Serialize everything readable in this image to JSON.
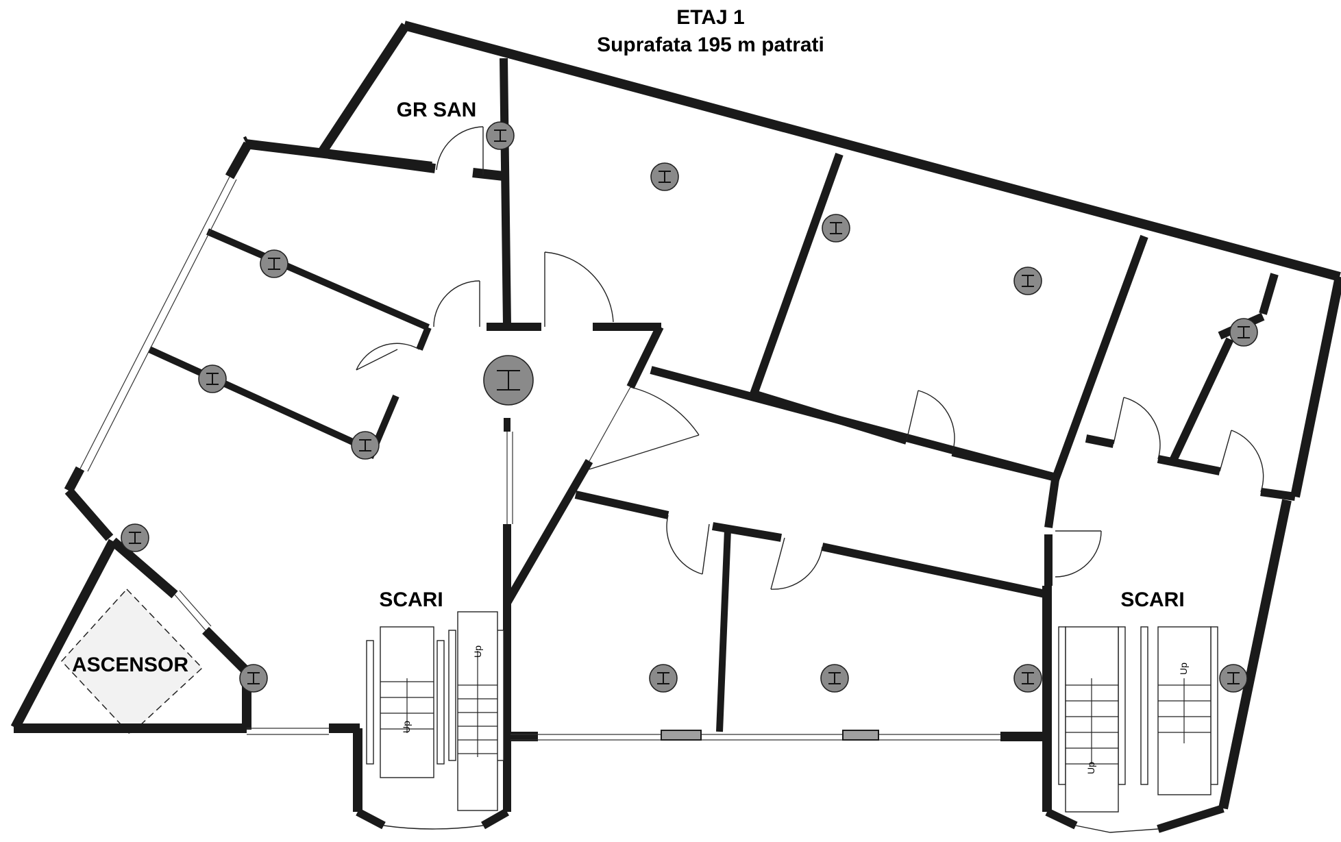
{
  "title": "ETAJ 1",
  "subtitle": "Suprafata 195 m patrati",
  "rooms": {
    "gr_san": "GR SAN",
    "scari_left": "SCARI",
    "scari_right": "SCARI",
    "ascensor": "ASCENSOR"
  },
  "stair_labels": {
    "up": "Up"
  },
  "colors": {
    "wall_fill": "#a0a0a0",
    "wall_stroke": "#1a1a1a",
    "column_fill": "#8a8a8a",
    "elevator_fill": "#f0f0f0",
    "background": "#ffffff"
  },
  "icons": [
    "steel-column-icon",
    "door-swing-icon",
    "stair-arrow-icon"
  ]
}
